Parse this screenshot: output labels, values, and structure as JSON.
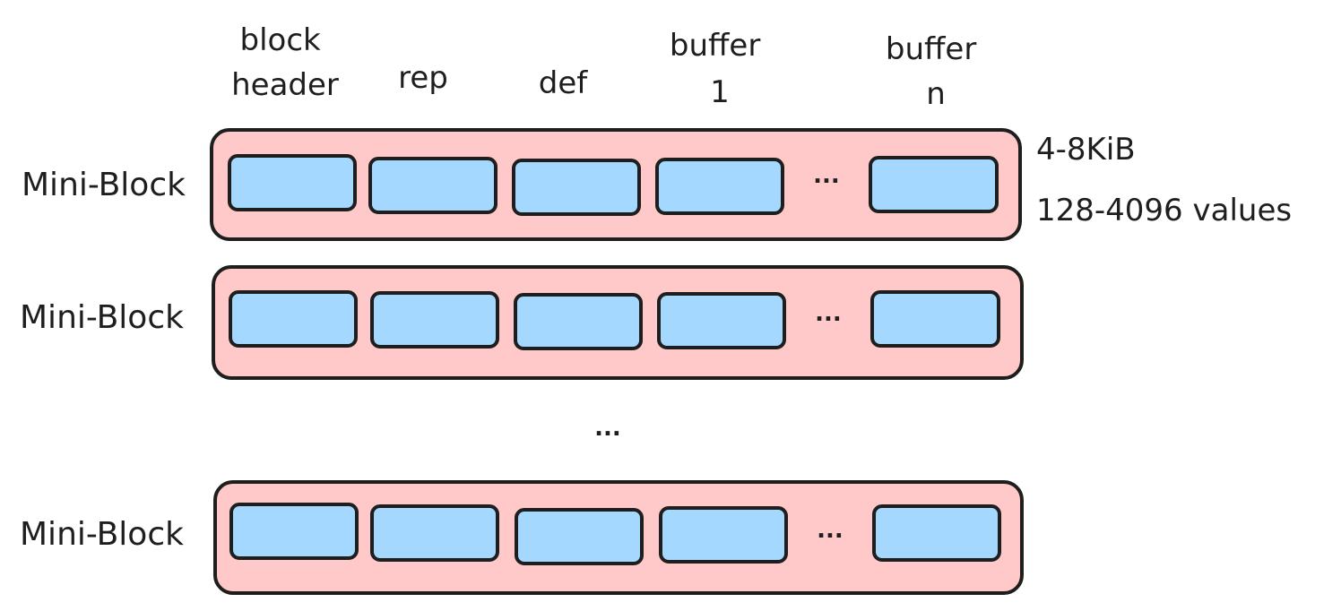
{
  "columns": {
    "block_header": [
      "block",
      "header"
    ],
    "rep": "rep",
    "def": "def",
    "buffer_1": [
      "buffer",
      "1"
    ],
    "buffer_n": [
      "buffer",
      "n"
    ]
  },
  "rows": [
    {
      "label": "Mini-Block",
      "gap": "..."
    },
    {
      "label": "Mini-Block",
      "gap": "..."
    },
    {
      "label": "Mini-Block",
      "gap": "..."
    }
  ],
  "rows_ellipsis": "...",
  "annotations": {
    "size": "4-8KiB",
    "values": "128-4096 values"
  },
  "colors": {
    "row_fill": "#ffc9c9",
    "buffer_fill": "#a5d8ff",
    "stroke": "#1e1e1e"
  }
}
